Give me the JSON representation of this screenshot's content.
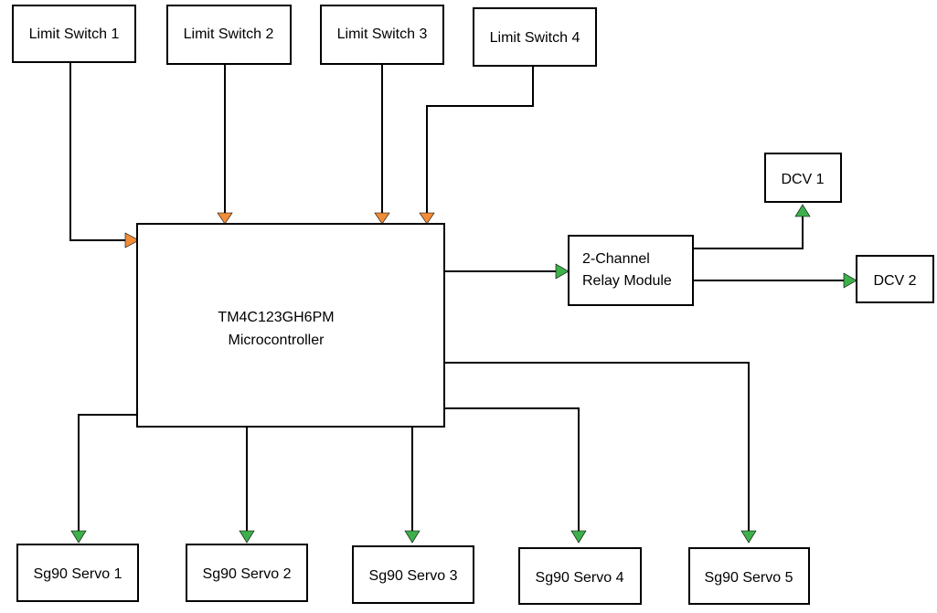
{
  "colors": {
    "input_arrow": "#F28C38",
    "output_arrow": "#3DB04B",
    "line": "#000000",
    "box_border": "#000000",
    "background": "#FFFFFF"
  },
  "limit_switches": [
    {
      "label": "Limit Switch 1"
    },
    {
      "label": "Limit Switch 2"
    },
    {
      "label": "Limit Switch 3"
    },
    {
      "label": "Limit Switch 4"
    }
  ],
  "microcontroller": {
    "line1": "TM4C123GH6PM",
    "line2": "Microcontroller"
  },
  "relay": {
    "line1": "2-Channel",
    "line2": "Relay Module"
  },
  "valves": [
    {
      "label": "DCV 1"
    },
    {
      "label": "DCV 2"
    }
  ],
  "servos": [
    {
      "label": "Sg90 Servo 1"
    },
    {
      "label": "Sg90 Servo 2"
    },
    {
      "label": "Sg90 Servo 3"
    },
    {
      "label": "Sg90 Servo 4"
    },
    {
      "label": "Sg90 Servo 5"
    }
  ]
}
